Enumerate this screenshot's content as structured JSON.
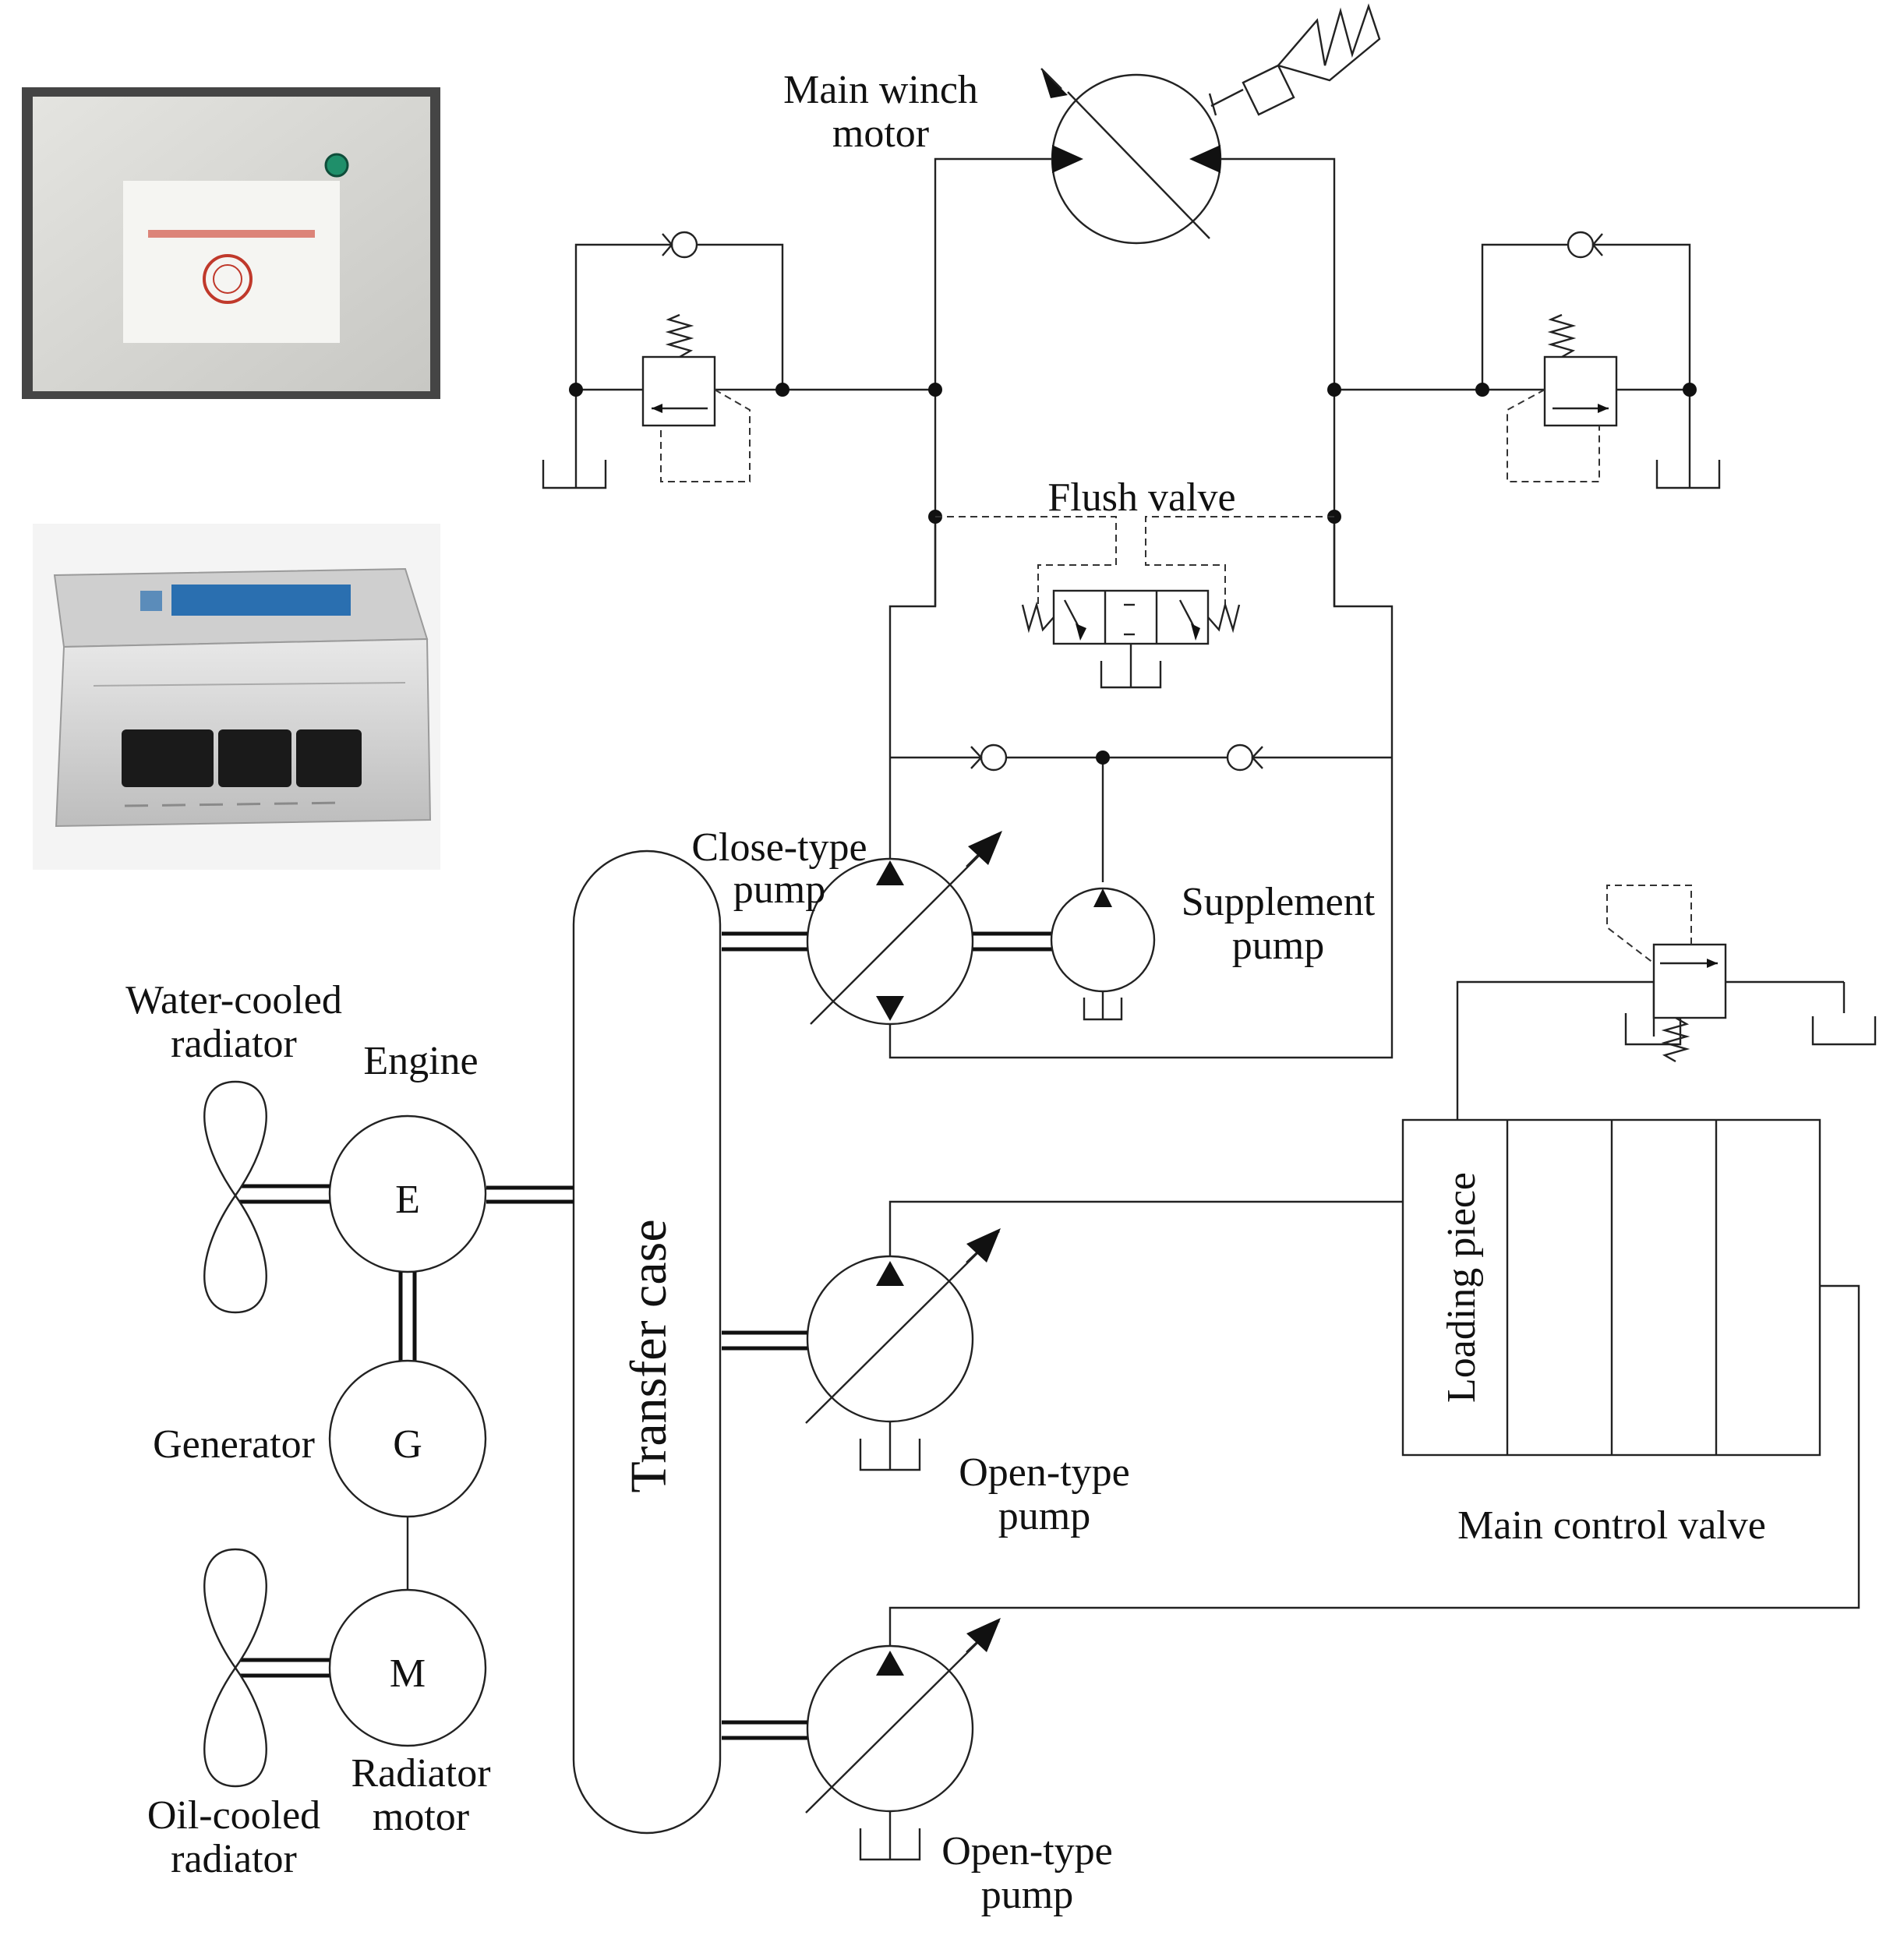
{
  "labels": {
    "main_winch_motor_l1": "Main winch",
    "main_winch_motor_l2": "motor",
    "flush_valve": "Flush valve",
    "close_type_pump_l1": "Close-type",
    "close_type_pump_l2": "pump",
    "supplement_pump_l1": "Supplement",
    "supplement_pump_l2": "pump",
    "water_cooled_radiator_l1": "Water-cooled",
    "water_cooled_radiator_l2": "radiator",
    "engine": "Engine",
    "engine_symbol": "E",
    "generator": "Generator",
    "generator_symbol": "G",
    "radiator_motor_symbol": "M",
    "radiator_motor_l1": "Radiator",
    "radiator_motor_l2": "motor",
    "oil_cooled_radiator_l1": "Oil-cooled",
    "oil_cooled_radiator_l2": "radiator",
    "transfer_case": "Transfer case",
    "loading_piece": "Loading piece",
    "main_control_valve": "Main control valve",
    "open_type_pump_a_l1": "Open-type",
    "open_type_pump_a_l2": "pump",
    "open_type_pump_b_l1": "Open-type",
    "open_type_pump_b_l2": "pump"
  },
  "colors": {
    "line": "#222222",
    "photo_box_bg": "#dcdcd8",
    "photo_box_frame": "#454545",
    "controller_body": "#d8d8d8",
    "controller_label": "#2a6fb0",
    "connector": "#1a1a1a",
    "stamp_red": "#c0392b"
  }
}
